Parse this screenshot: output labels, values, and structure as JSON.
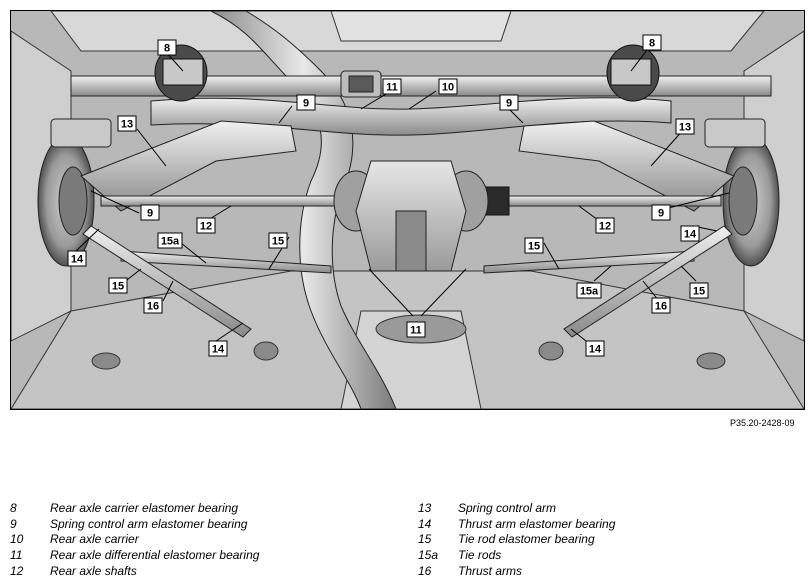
{
  "figure": {
    "code": "P35.20-2428-09",
    "callouts": [
      "8",
      "8",
      "9",
      "9",
      "9",
      "9",
      "10",
      "11",
      "11",
      "12",
      "12",
      "13",
      "13",
      "14",
      "14",
      "14",
      "14",
      "15",
      "15",
      "15",
      "15",
      "15a",
      "15a",
      "16",
      "16"
    ]
  },
  "legend": {
    "left": [
      {
        "num": "8",
        "text": "Rear axle carrier elastomer bearing"
      },
      {
        "num": "9",
        "text": "Spring control arm elastomer bearing"
      },
      {
        "num": "10",
        "text": "Rear axle carrier"
      },
      {
        "num": "11",
        "text": "Rear axle differential elastomer bearing"
      },
      {
        "num": "12",
        "text": "Rear axle shafts"
      }
    ],
    "right": [
      {
        "num": "13",
        "text": "Spring control arm"
      },
      {
        "num": "14",
        "text": "Thrust arm elastomer bearing"
      },
      {
        "num": "15",
        "text": "Tie rod elastomer bearing"
      },
      {
        "num": "15a",
        "text": "Tie rods"
      },
      {
        "num": "16",
        "text": "Thrust arms"
      }
    ]
  },
  "colors": {
    "metal_light": "#d9d9d9",
    "metal_mid": "#a6a6a6",
    "metal_dark": "#5a5a5a",
    "outline": "#1a1a1a"
  }
}
